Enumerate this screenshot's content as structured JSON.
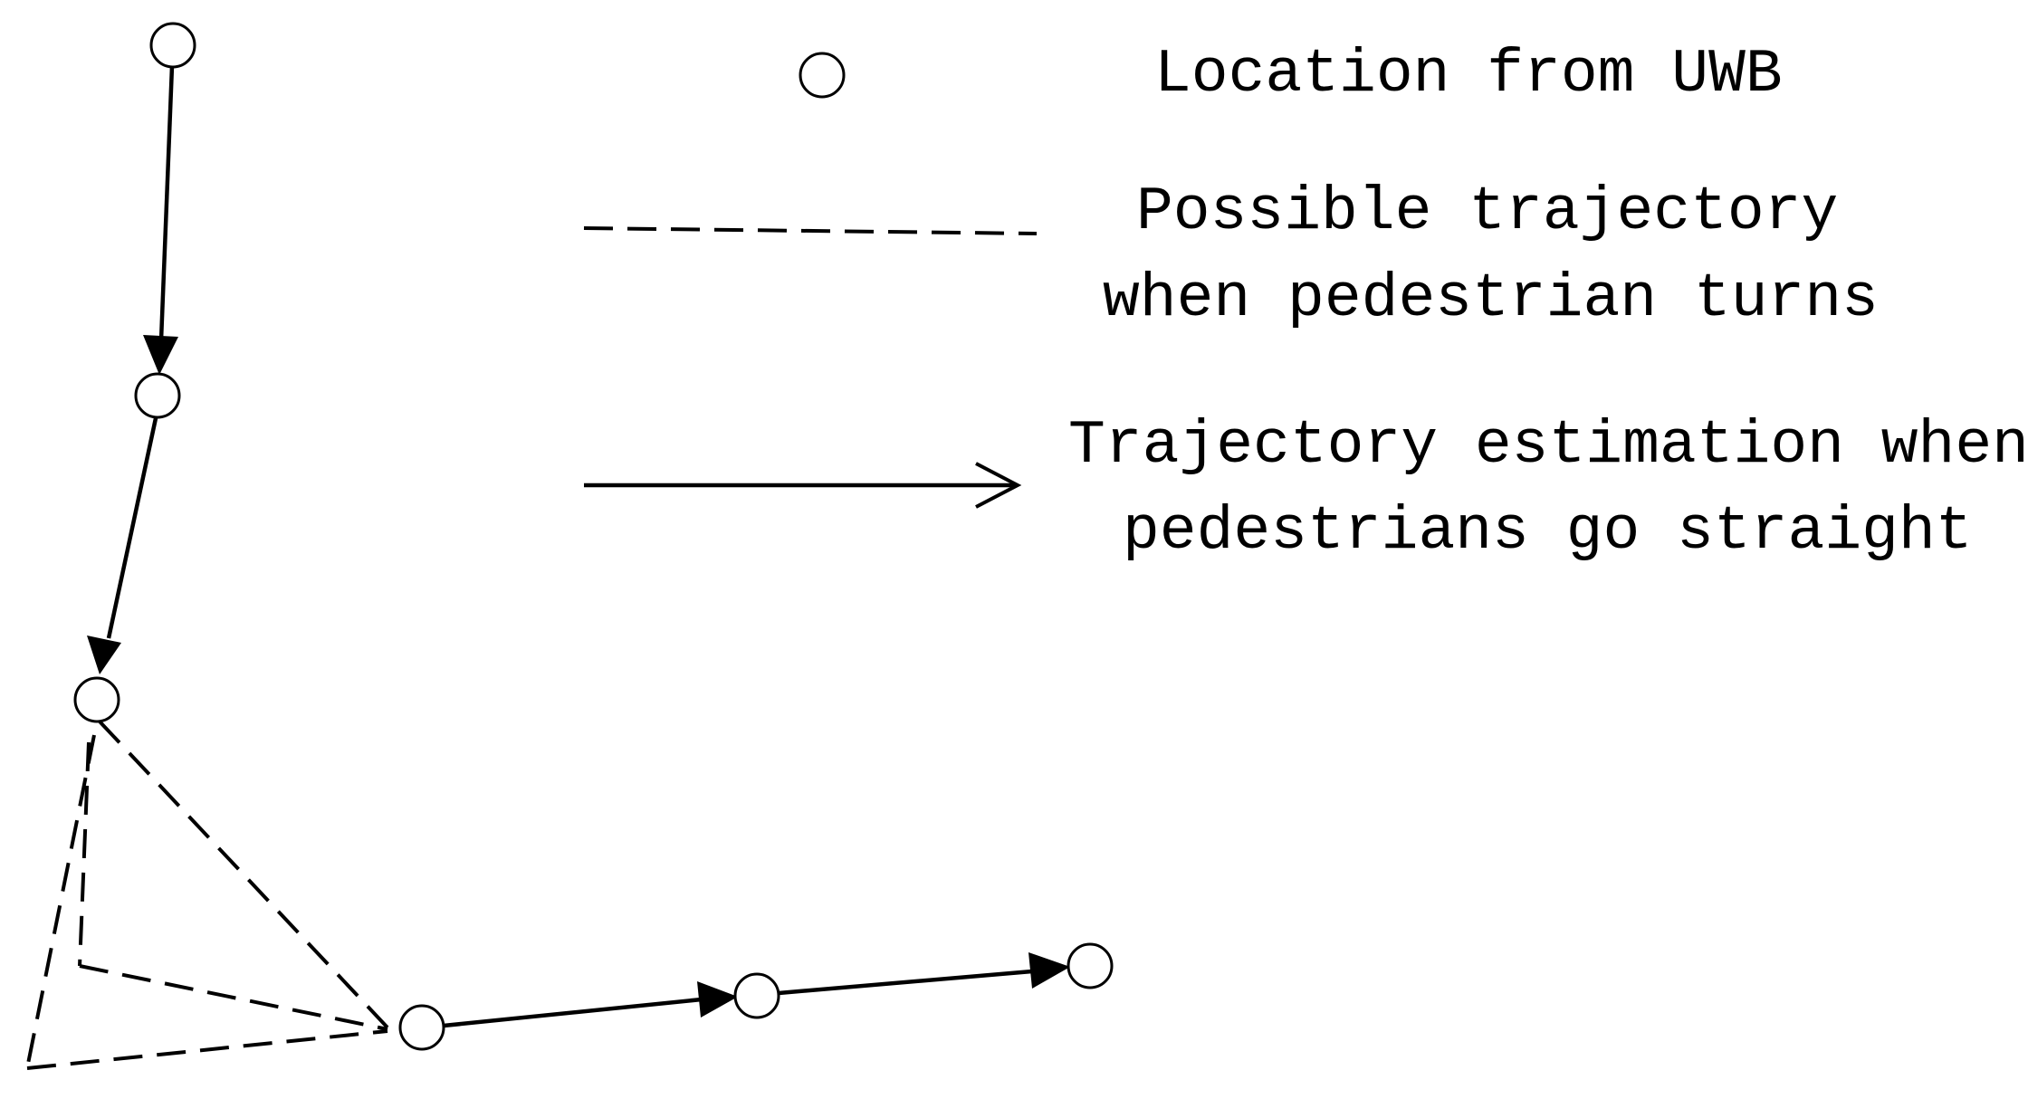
{
  "diagram": {
    "legend": {
      "uwb_location_label": "Location from UWB",
      "possible_trajectory_line1": "Possible trajectory",
      "possible_trajectory_line2": "when pedestrian turns",
      "straight_estimation_line1": "Trajectory estimation when",
      "straight_estimation_line2": "pedestrians go straight"
    },
    "colors": {
      "stroke": "#000000",
      "node_fill": "#ffffff",
      "background": "#ffffff"
    }
  }
}
